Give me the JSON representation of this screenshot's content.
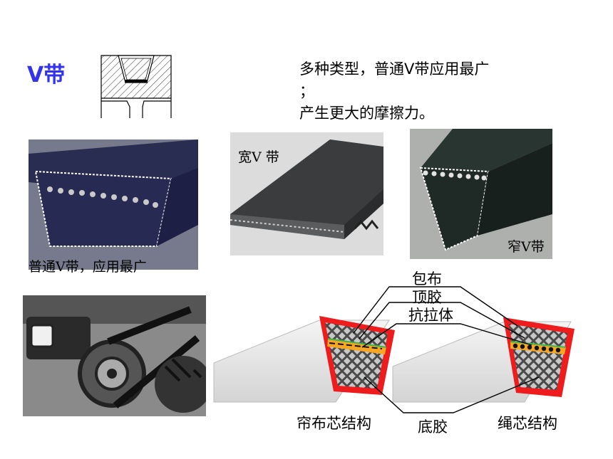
{
  "slide": {
    "title": "V带",
    "description_lines": [
      "多种类型，普通V带应用最广",
      "；",
      "产生更大的摩擦力。"
    ]
  },
  "photos": {
    "standard_caption": "普通V带，应用最广",
    "wide_caption": "宽V 带",
    "narrow_caption": "窄V带"
  },
  "diagram": {
    "labels": {
      "wrap_cloth": "包布",
      "top_rubber": "顶胶",
      "tension_member": "抗拉体",
      "cord_fabric": "帘布芯结构",
      "bottom_rubber": "底胶",
      "cord_core": "绳芯结构"
    },
    "colors": {
      "outline": "#ee1c1c",
      "tension_layer": "#f5a623",
      "tension_band": "#3cb54a"
    }
  }
}
